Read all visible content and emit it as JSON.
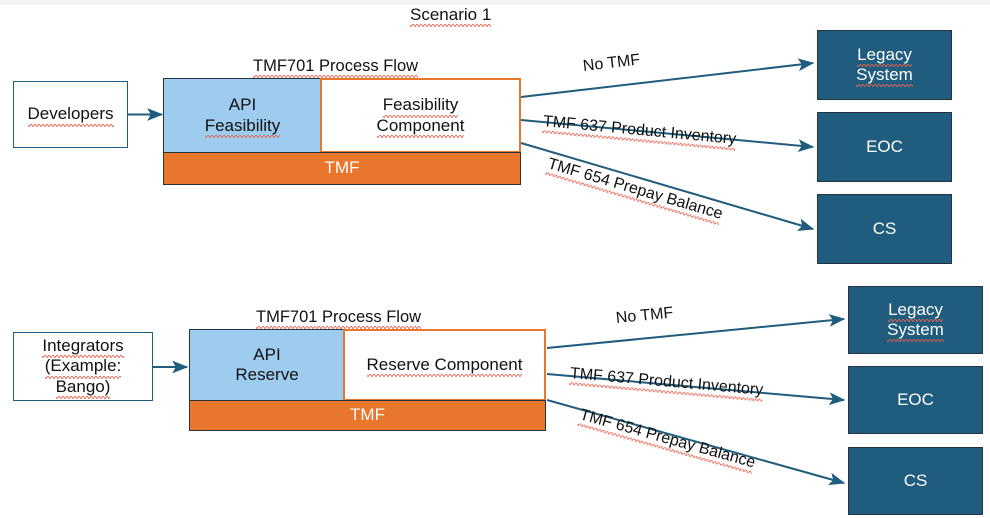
{
  "page": {
    "title": "Scenario 1",
    "background_color": "#ffffff",
    "accent_colors": {
      "api_blue": "#9DCCEF",
      "tmf_orange": "#E8762C",
      "system_dark_blue": "#1F5C7D",
      "arrow_blue": "#1F5C7D",
      "spellcheck_red": "#e8604c"
    }
  },
  "scenarios": [
    {
      "id": "scenario-top",
      "actor": {
        "lines": [
          "Developers"
        ]
      },
      "flow_title": "TMF701 Process Flow",
      "api_box": {
        "lines": [
          "API",
          "Feasibility"
        ]
      },
      "component_box": {
        "lines": [
          "Feasibility",
          "Component"
        ]
      },
      "tmf_bar": {
        "label": "TMF"
      },
      "connections": [
        {
          "label": "No TMF",
          "target": "Legacy System"
        },
        {
          "label": "TMF 637 Product Inventory",
          "target": "EOC"
        },
        {
          "label": "TMF 654 Prepay Balance",
          "target": "CS"
        }
      ],
      "systems": [
        {
          "lines": [
            "Legacy",
            "System"
          ]
        },
        {
          "lines": [
            "EOC"
          ]
        },
        {
          "lines": [
            "CS"
          ]
        }
      ]
    },
    {
      "id": "scenario-bottom",
      "actor": {
        "lines": [
          "Integrators",
          "(Example:",
          "Bango)"
        ]
      },
      "flow_title": "TMF701 Process Flow",
      "api_box": {
        "lines": [
          "API",
          "Reserve"
        ]
      },
      "component_box": {
        "lines": [
          "Reserve Component"
        ]
      },
      "tmf_bar": {
        "label": "TMF"
      },
      "connections": [
        {
          "label": "No TMF",
          "target": "Legacy System"
        },
        {
          "label": "TMF 637 Product Inventory",
          "target": "EOC"
        },
        {
          "label": "TMF 654 Prepay Balance",
          "target": "CS"
        }
      ],
      "systems": [
        {
          "lines": [
            "Legacy",
            "System"
          ]
        },
        {
          "lines": [
            "EOC"
          ]
        },
        {
          "lines": [
            "CS"
          ]
        }
      ]
    }
  ]
}
